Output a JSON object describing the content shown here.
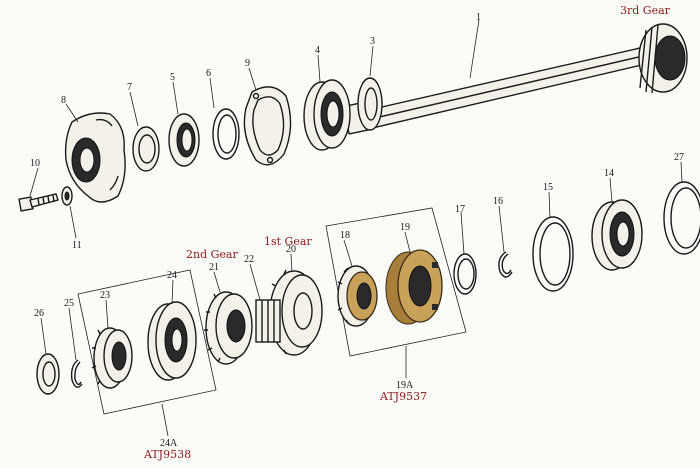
{
  "labels": {
    "third_gear": "3rd Gear",
    "second_gear": "2nd Gear",
    "first_gear": "1st Gear",
    "assy_19a": "19A",
    "assy_24a": "24A",
    "part_atj9537": "ATJ9537",
    "part_atj9538": "ATJ9538"
  },
  "callouts": {
    "n1": "1",
    "n3": "3",
    "n4": "4",
    "n5": "5",
    "n6": "6",
    "n7": "7",
    "n8": "8",
    "n9": "9",
    "n10": "10",
    "n11": "11",
    "n14": "14",
    "n15": "15",
    "n16": "16",
    "n17": "17",
    "n18": "18",
    "n19": "19",
    "n20": "20",
    "n21": "21",
    "n22": "22",
    "n23": "23",
    "n24": "24",
    "n25": "25",
    "n26": "26",
    "n27": "27"
  },
  "colors": {
    "ink": "#1a1a1a",
    "label_red": "#8b1a1a",
    "brass": "#c9a25a"
  }
}
